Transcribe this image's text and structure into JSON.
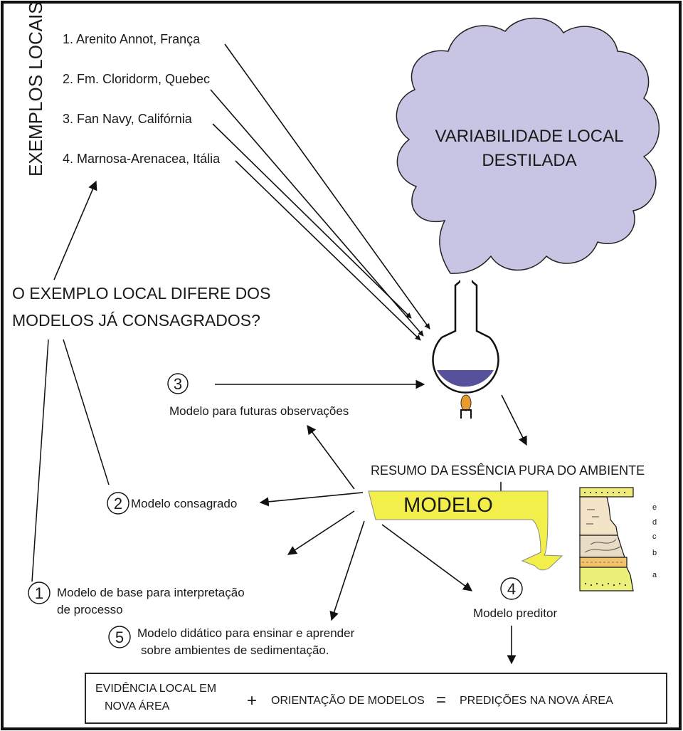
{
  "side_title": "EXEMPLOS LOCAIS",
  "local_examples": [
    "1. Arenito Annot, França",
    "2. Fm. Cloridorm, Quebec",
    "3. Fan Navy, Califórnia",
    "4. Marnosa-Arenacea, Itália"
  ],
  "cloud": {
    "line1": "VARIABILIDADE LOCAL",
    "line2": "DESTILADA",
    "color": "#c7c5e3"
  },
  "question": {
    "line1": "O EXEMPLO LOCAL DIFERE DOS",
    "line2": "MODELOS JÁ CONSAGRADOS?"
  },
  "uses": {
    "item1": {
      "number": "1",
      "line1": "Modelo de base para interpretação",
      "line2": "de processo"
    },
    "item2": {
      "number": "2",
      "line1": "Modelo consagrado"
    },
    "item3": {
      "number": "3",
      "line1": "Modelo para futuras observações"
    },
    "item4": {
      "number": "4",
      "line1": "Modelo preditor"
    },
    "item5": {
      "number": "5",
      "line1": "Modelo didático para ensinar e aprender",
      "line2": "sobre ambientes de sedimentação."
    }
  },
  "summary_label": "RESUMO DA ESSÊNCIA PURA DO AMBIENTE",
  "model_label": "MODELO",
  "model_color": "#f3ef4a",
  "flask_liquid_color": "#57509a",
  "flame_color": "#e89a2a",
  "log_labels": [
    "e",
    "d",
    "c",
    "b",
    "a"
  ],
  "equation": {
    "term1_line1": "EVIDÊNCIA LOCAL EM",
    "term1_line2": "NOVA ÁREA",
    "plus": "+",
    "term2": "ORIENTAÇÃO DE MODELOS",
    "equals": "=",
    "result": "PREDIÇÕES NA NOVA ÁREA"
  }
}
